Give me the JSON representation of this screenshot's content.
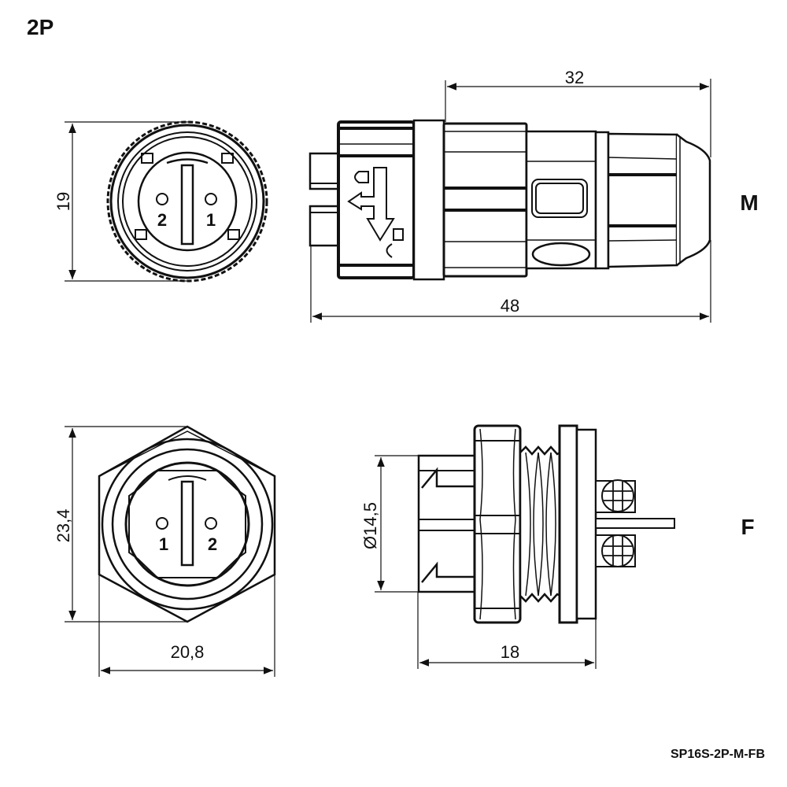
{
  "title": "2P",
  "part_number": "SP16S-2P-M-FB",
  "views": {
    "male": {
      "label": "M",
      "front_pins": [
        "2",
        "1"
      ],
      "dim_diameter": "19",
      "dim_front_length": "32",
      "dim_total_length": "48"
    },
    "female": {
      "label": "F",
      "front_pins": [
        "1",
        "2"
      ],
      "dim_height": "23,4",
      "dim_width": "20,8",
      "dim_thread": "Ø14,5",
      "dim_length": "18"
    }
  }
}
